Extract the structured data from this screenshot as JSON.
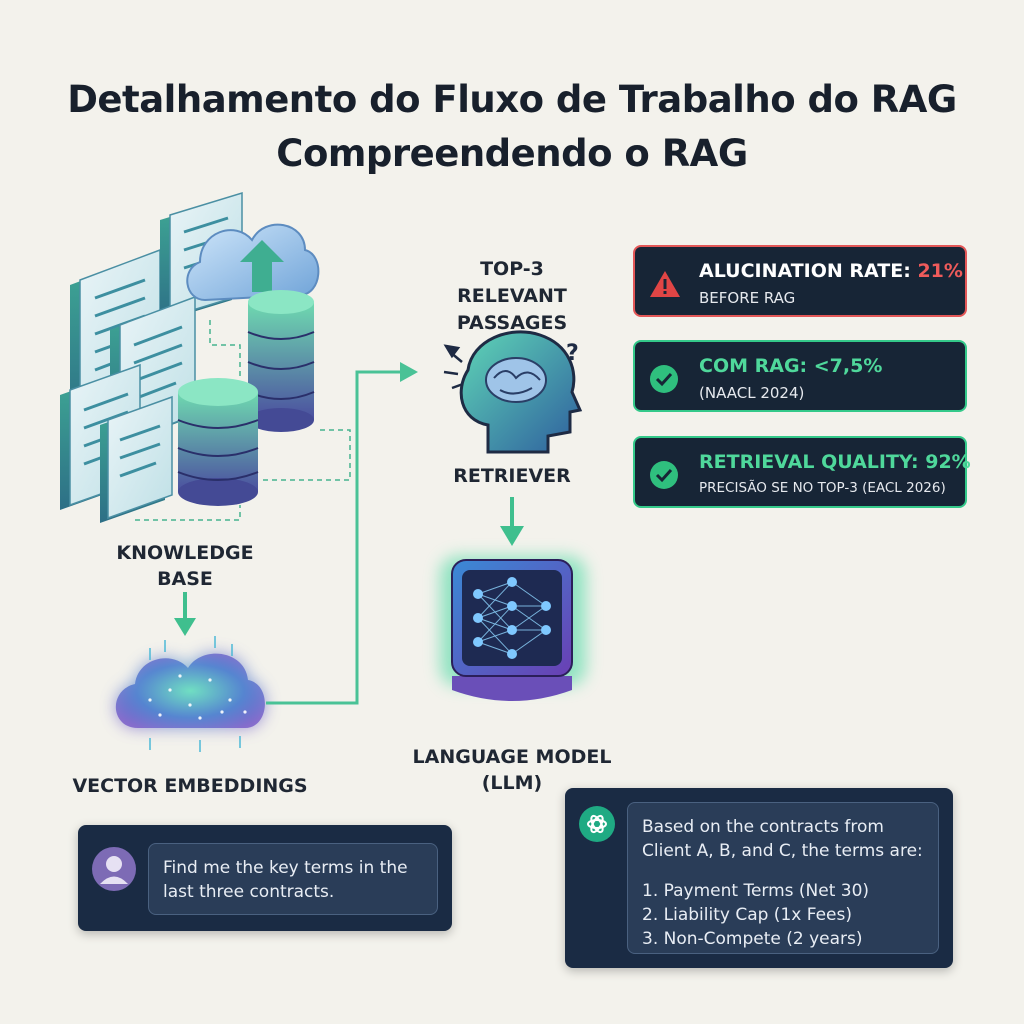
{
  "header": {
    "title_line1": "Detalhamento do Fluxo de Trabalho do RAG",
    "title_line2": "Compreendendo o RAG"
  },
  "nodes": {
    "knowledge_base": [
      "KNOWLEDGE",
      "BASE"
    ],
    "vector_embeddings": "VECTOR EMBEDDINGS",
    "passages": [
      "TOP-3",
      "RELEVANT",
      "PASSAGES"
    ],
    "retriever": "RETRIEVER",
    "llm": [
      "LANGUAGE MODEL",
      "(LLM)"
    ]
  },
  "metrics": [
    {
      "icon": "warning-icon",
      "label": "ALUCINATION RATE:",
      "value": "21%",
      "sub": "BEFORE RAG",
      "color": "#e35757"
    },
    {
      "icon": "check-icon",
      "label": "COM RAG: <7,5%",
      "sub": "(NAACL 2024)",
      "color": "#34c98a"
    },
    {
      "icon": "check-icon",
      "label": "RETRIEVAL QUALITY: 92%",
      "sub": "PRECISÃO SE NO TOP-3 (EACL 2026)",
      "color": "#34c98a"
    }
  ],
  "chat": {
    "user": {
      "avatar": "user-avatar-icon",
      "lines": [
        "Find me the key terms in the",
        "last three contracts."
      ]
    },
    "assistant": {
      "avatar": "assistant-logo-icon",
      "intro": [
        "Based on the contracts from",
        "Client A, B, and C, the terms are:"
      ],
      "items": [
        "1. Payment Terms (Net 30)",
        "2. Liability Cap (1x Fees)",
        "3. Non-Compete (2 years)"
      ]
    }
  }
}
